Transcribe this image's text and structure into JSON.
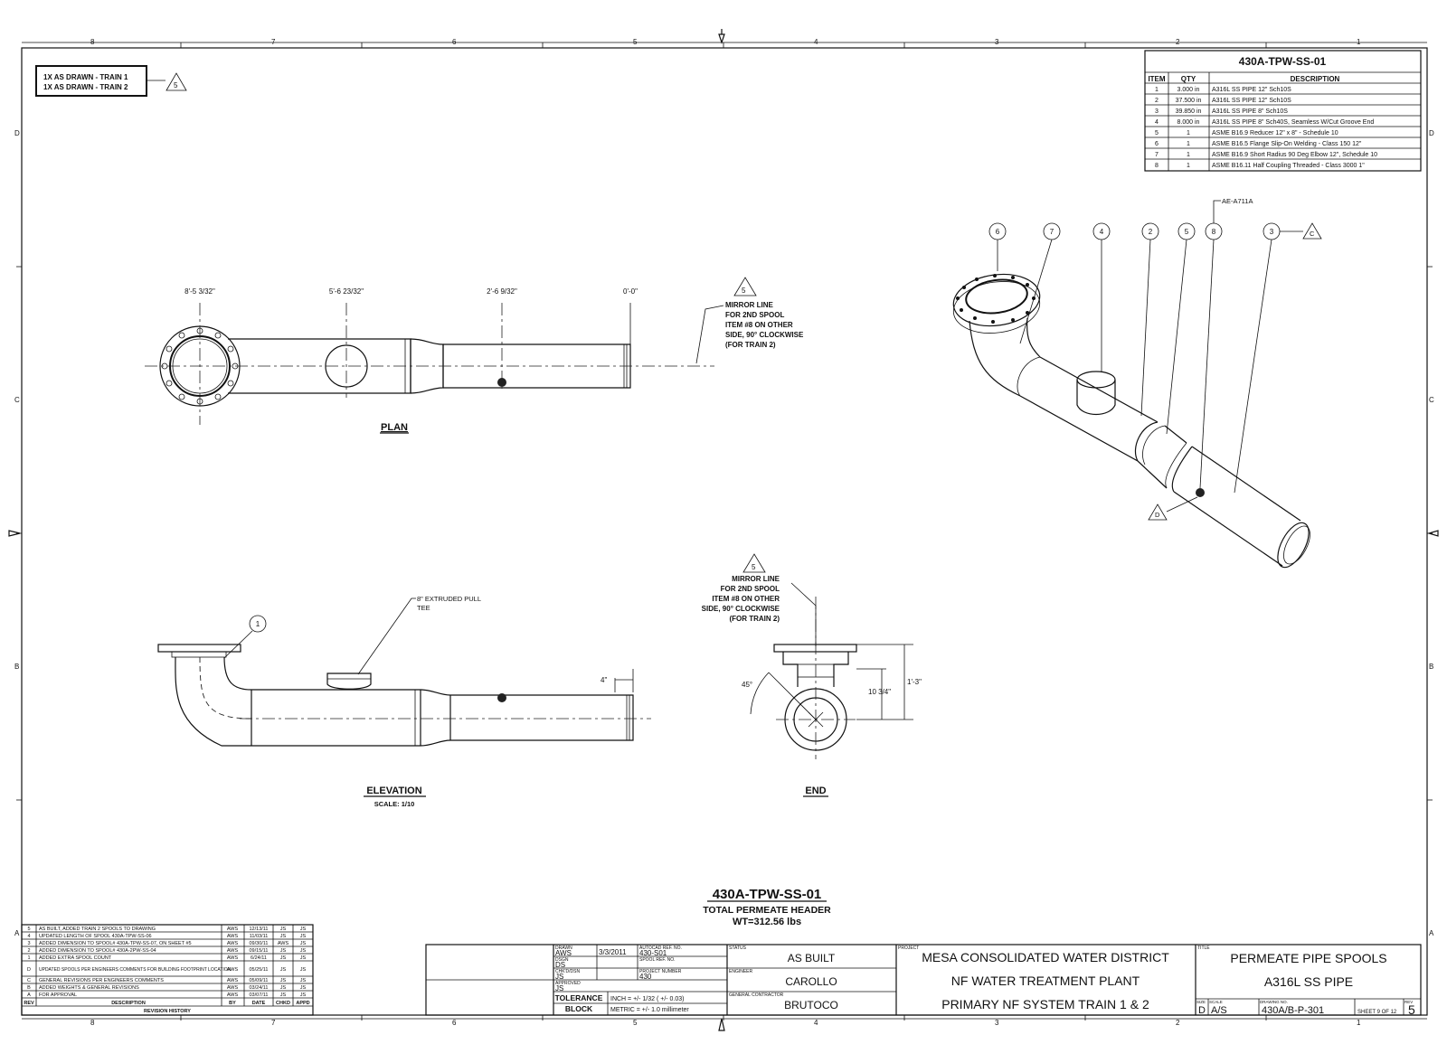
{
  "border": {
    "col_labels": [
      "8",
      "7",
      "6",
      "5",
      "4",
      "3",
      "2",
      "1"
    ],
    "row_labels": [
      "D",
      "C",
      "B",
      "A"
    ]
  },
  "note_box": {
    "lines": [
      "1X AS DRAWN - TRAIN 1",
      "1X AS DRAWN - TRAIN 2"
    ],
    "rev_marker": "5"
  },
  "bom": {
    "title": "430A-TPW-SS-01",
    "headers": [
      "ITEM",
      "QTY",
      "DESCRIPTION"
    ],
    "rows": [
      [
        "1",
        "3.000 in",
        "A316L SS PIPE 12\" Sch10S"
      ],
      [
        "2",
        "37.500 in",
        "A316L SS PIPE 12\" Sch10S"
      ],
      [
        "3",
        "39.850 in",
        "A316L SS PIPE 8\" Sch10S"
      ],
      [
        "4",
        "8.000 in",
        "A316L SS PIPE 8\" Sch40S, Seamless W/Cut Groove End"
      ],
      [
        "5",
        "1",
        "ASME B16.9 Reducer 12\" x 8\" - Schedule 10"
      ],
      [
        "6",
        "1",
        "ASME B16.5 Flange Slip-On Welding - Class 150 12\""
      ],
      [
        "7",
        "1",
        "ASME B16.9 Short Radius 90 Deg Elbow 12\", Schedule 10"
      ],
      [
        "8",
        "1",
        "ASME B16.11 Half Coupling Threaded - Class 3000 1\""
      ]
    ]
  },
  "plan": {
    "label": "PLAN",
    "dims": [
      "8'-5 3/32\"",
      "5'-6 23/32\"",
      "2'-6 9/32\"",
      "0'-0\""
    ],
    "mirror_note": [
      "MIRROR LINE",
      "FOR 2ND SPOOL",
      "ITEM #8 ON OTHER",
      "SIDE, 90° CLOCKWISE",
      "(FOR TRAIN 2)"
    ],
    "rev_marker": "5"
  },
  "elevation": {
    "label": "ELEVATION",
    "scale": "SCALE: 1/10",
    "tee_note": [
      "8\" EXTRUDED PULL",
      "TEE"
    ],
    "balloon": "1",
    "dim_4": "4\""
  },
  "end_view": {
    "label": "END",
    "mirror_note": [
      "MIRROR LINE",
      "FOR 2ND SPOOL",
      "ITEM #8 ON OTHER",
      "SIDE, 90° CLOCKWISE",
      "(FOR TRAIN 2)"
    ],
    "rev_marker": "5",
    "angle": "45°",
    "dim_a": "10 3/4\"",
    "dim_b": "1'-3\""
  },
  "iso": {
    "balloons": [
      "6",
      "7",
      "4",
      "2",
      "5",
      "8",
      "3"
    ],
    "ref": "AE-A711A",
    "rev_c": "C",
    "rev_d": "D"
  },
  "center_title": {
    "title": "430A-TPW-SS-01",
    "sub": "TOTAL PERMEATE HEADER",
    "weight": "WT=312.56 lbs"
  },
  "revisions": {
    "rows": [
      [
        "5",
        "AS BUILT, ADDED TRAIN 2 SPOOLS TO DRAWING",
        "AWS",
        "12/13/11",
        "JS",
        "JS"
      ],
      [
        "4",
        "UPDATED LENGTH OF SPOOL 430A-TPW-SS-06",
        "AWS",
        "11/03/11",
        "JS",
        "JS"
      ],
      [
        "3",
        "ADDED DIMENSION TO SPOOL# 430A-TPW-SS-07, ON SHEET #5",
        "AWS",
        "09/30/11",
        "AWS",
        "JS"
      ],
      [
        "2",
        "ADDED DIMENSION TO SPOOL# 430A-2PW-SS-04",
        "AWS",
        "09/15/11",
        "JS",
        "JS"
      ],
      [
        "1",
        "ADDED EXTRA SPOOL COUNT",
        "AWS",
        "6/24/11",
        "JS",
        "JS"
      ],
      [
        "D",
        "UPDATED SPOOLS PER ENGINEERS COMMENTS FOR BUILDING FOOTPRINT LOCATION",
        "AWS",
        "05/25/11",
        "JS",
        "JS"
      ],
      [
        "C",
        "GENERAL REVISIONS PER ENGINEERS COMMENTS",
        "AWS",
        "05/09/11",
        "JS",
        "JS"
      ],
      [
        "B",
        "ADDED WEIGHTS & GENERAL REVISIONS",
        "AWS",
        "03/24/11",
        "JS",
        "JS"
      ],
      [
        "A",
        "FOR APPROVAL",
        "AWS",
        "03/07/11",
        "JS",
        "JS"
      ]
    ],
    "headers": [
      "REV",
      "DESCRIPTION",
      "BY",
      "DATE",
      "CHKD",
      "APPD"
    ],
    "footer": "REVISION HISTORY"
  },
  "title_block": {
    "drawn_label": "DRAWN",
    "drawn_by": "AWS",
    "date": "3/3/2011",
    "cad_label": "AUTOCAD REF. NO.",
    "cad_no": "430-S01",
    "dsgn_label": "DSGN",
    "dsgn_by": "DS",
    "spool_label": "SPOOL REF. NO.",
    "chkd_label": "CHK'D/DSN",
    "chkd_by": "JS",
    "project_label": "PROJECT NUMBER",
    "project_no": "430",
    "appr_label": "APPROVED",
    "appr_by": "JS",
    "tolerance": [
      "TOLERANCE",
      "BLOCK"
    ],
    "inch": "INCH = +/- 1/32 ( +/- 0.03)",
    "metric": "METRIC = +/- 1.0 millimeter",
    "status_label": "STATUS",
    "status": "AS BUILT",
    "engineer_label": "ENGINEER",
    "engineer": "CAROLLO",
    "contractor_label": "GENERAL CONTRACTOR",
    "contractor": "BRUTOCO",
    "client_label": "PROJECT",
    "client": [
      "MESA CONSOLIDATED WATER DISTRICT",
      "NF WATER TREATMENT PLANT",
      "PRIMARY NF SYSTEM TRAIN 1 & 2"
    ],
    "title_label": "TITLE",
    "title": [
      "PERMEATE PIPE SPOOLS",
      "A316L SS PIPE"
    ],
    "size_label": "SIZE",
    "size": "D",
    "scale_label": "SCALE",
    "scale": "A/S",
    "dwg_label": "DRAWING NO.",
    "dwg_no": "430A/B-P-301",
    "sheet": "SHEET 9  OF 12",
    "rev_label": "REV",
    "rev": "5"
  }
}
